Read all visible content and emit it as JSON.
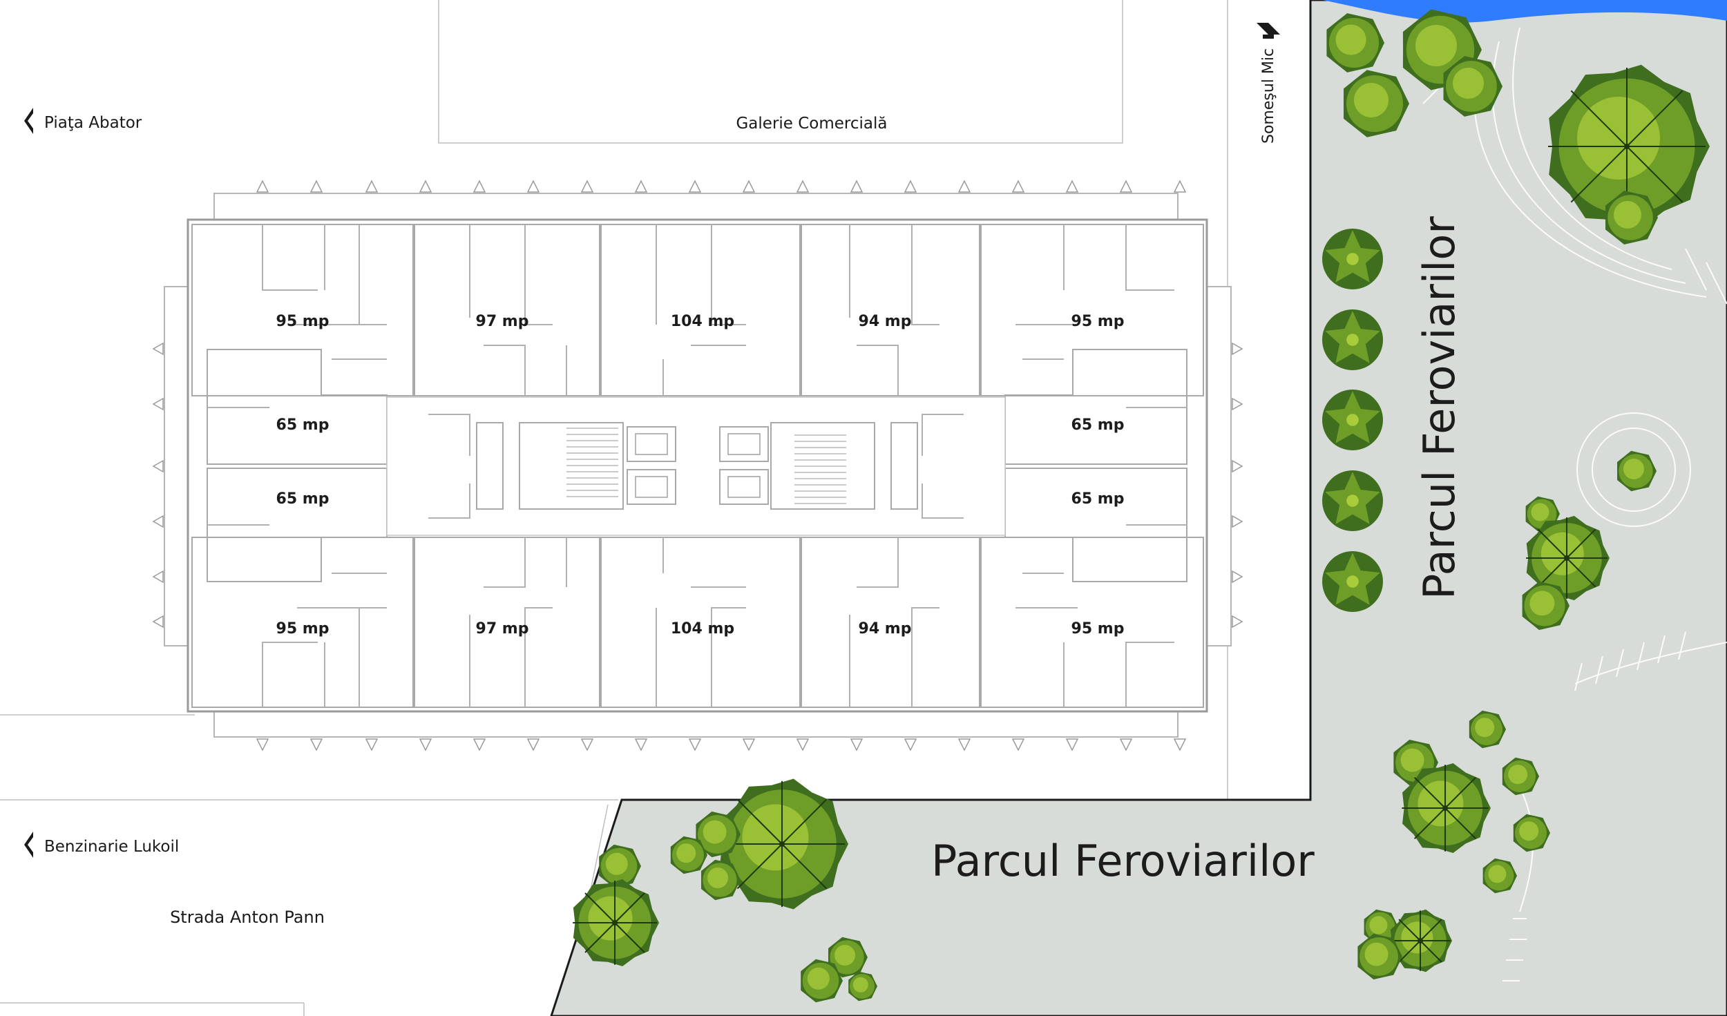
{
  "colors": {
    "park": "#d7dcd8",
    "water": "#2f7cff",
    "tree_dark": "#3f6e1f",
    "tree_mid": "#6f9e28",
    "tree_light": "#a8cc3a",
    "apt_lilac": "#e7e2ec",
    "apt_blue": "#e1e8e6",
    "apt_pink": "#f2e8e4",
    "apt_yellow": "#f6f6e4"
  },
  "icons": {
    "nav_left": "arrow-left-icon",
    "nav_up": "arrow-up-icon",
    "tree": "tree-icon"
  },
  "labels": {
    "galerie": "Galerie Comercială",
    "piata": "Piaţa Abator",
    "somesul": "Someşul Mic",
    "lukoil": "Benzinarie Lukoil",
    "strada": "Strada Anton Pann",
    "parc_vertical": "Parcul Feroviarilor",
    "parc_horizontal": "Parcul Feroviarilor"
  },
  "apartments": {
    "top": [
      "95 mp",
      "97 mp",
      "104 mp",
      "94 mp",
      "95 mp"
    ],
    "middle_upper": [
      "65 mp",
      "65 mp"
    ],
    "middle_lower": [
      "65 mp",
      "65 mp"
    ],
    "bottom": [
      "95 mp",
      "97 mp",
      "104 mp",
      "94 mp",
      "95 mp"
    ]
  }
}
